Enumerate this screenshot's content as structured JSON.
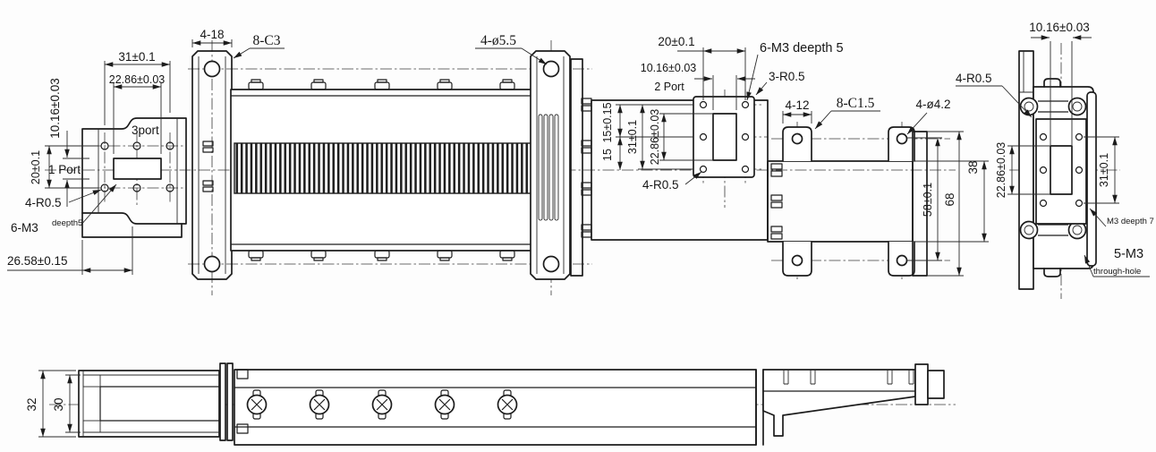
{
  "front_view": {
    "dim_31": "31±0.1",
    "dim_2286": "22.86±0.03",
    "dim_1016": "10.16±0.03",
    "dim_20": "20±0.1",
    "port1": "1 Port",
    "port3": "3port",
    "radius_4r05_left": "4-R0.5",
    "thread_6m3": "6-M3",
    "thread_6m3_sup": "deepth5",
    "dim_2658": "26.58±0.15",
    "dim_4_18": "4-18",
    "chamfer_8c3": "8-C3",
    "dia_4_o55": "4-ø5.5",
    "dim_15t": "15±0.15",
    "dim_15": "15",
    "dim_31_port2": "31±0.1",
    "dim_2286_port2": "22.86±0.03",
    "radius_4r05_port2": "4-R0.5",
    "dim_20_port2": "20±0.1",
    "dim_1016_port2": "10.16±0.03",
    "port2": "2 Port",
    "thread_6m3_d5": "6-M3 deepth 5",
    "radius_3r05": "3-R0.5",
    "dim_4_12": "4-12",
    "chamfer_8c15": "8-C1.5",
    "dia_4_o42": "4-ø4.2",
    "dim_58": "58±0.1",
    "dim_68": "68",
    "dim_38": "38"
  },
  "side_view": {
    "dim_1016": "10.16±0.03",
    "radius_4r05": "4-R0.5",
    "dim_2286": "22.86±0.03",
    "dim_31": "31±0.1",
    "thread_m3_d7": "M3 deepth 7",
    "thread_5m3": "5-M3",
    "through_hole": "through-hole"
  },
  "bottom_view": {
    "dim_32": "32",
    "dim_30": "30"
  }
}
